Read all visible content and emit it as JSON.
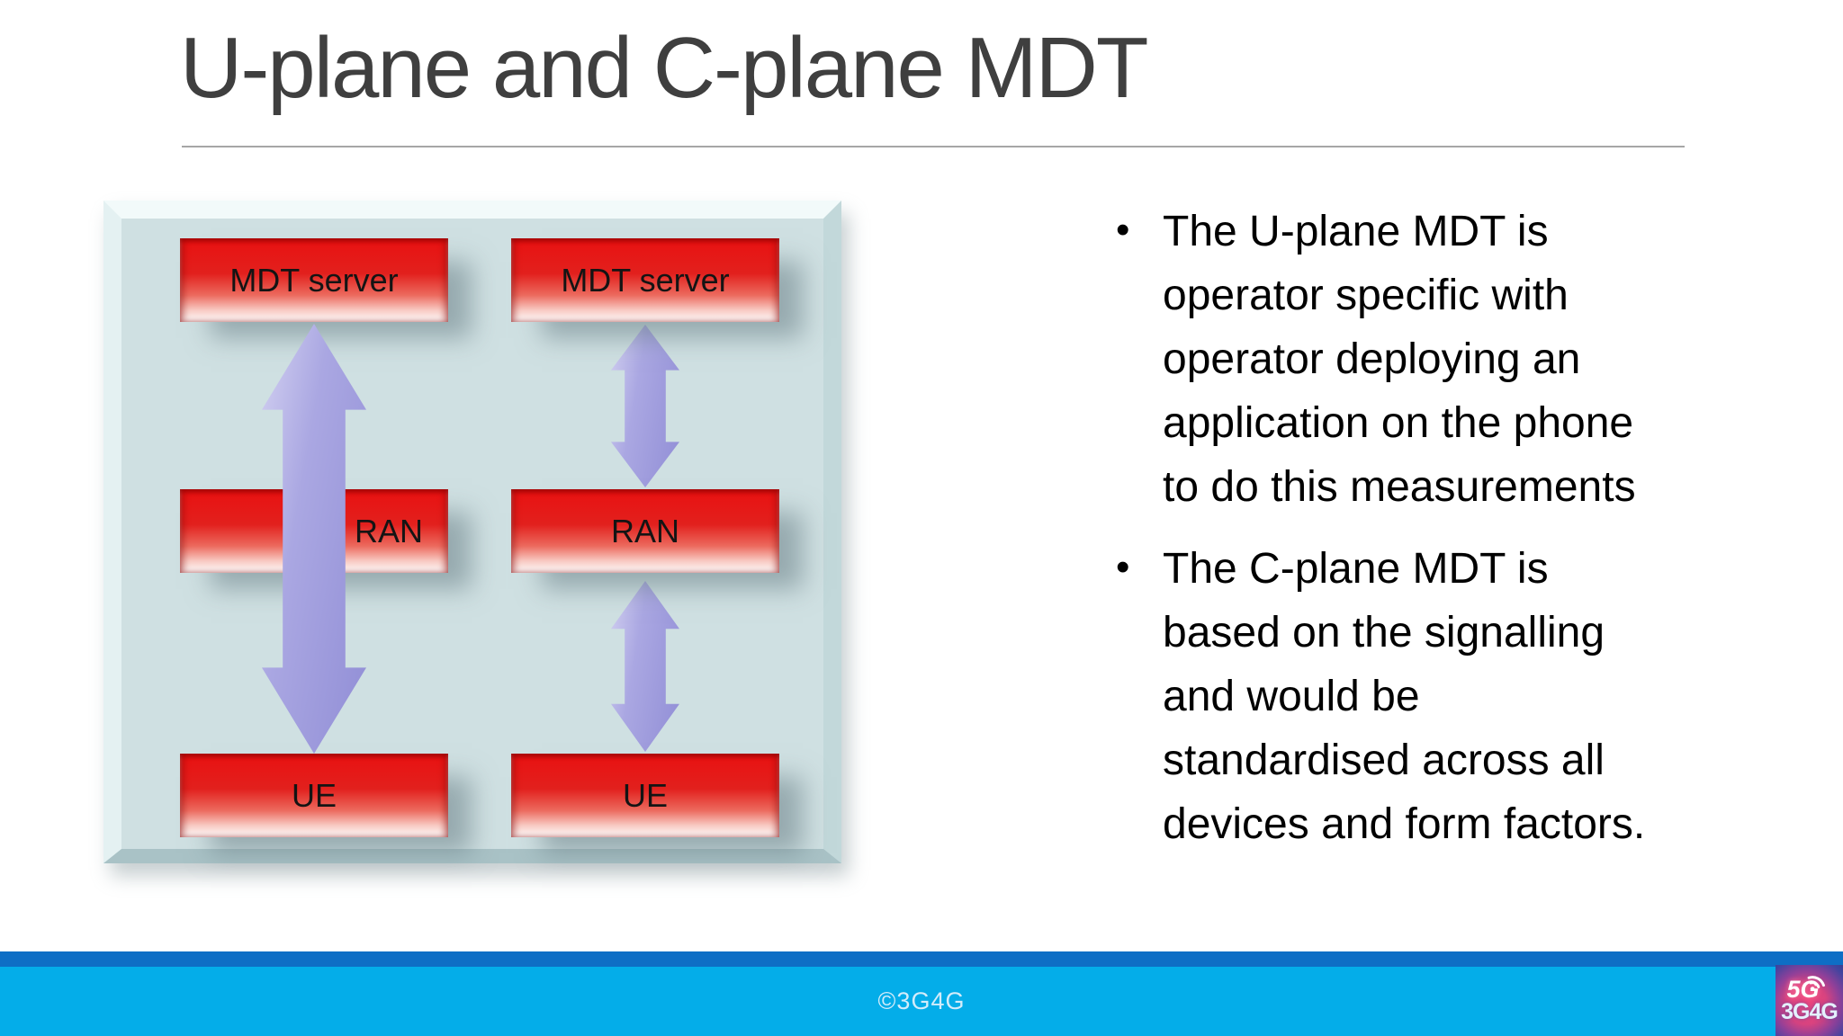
{
  "slide": {
    "title": "U-plane and C-plane MDT",
    "bullet_char": "•",
    "bullets": [
      {
        "text": "The U-plane MDT is\noperator specific with\noperator deploying an\napplication on the phone\nto do this measurements"
      },
      {
        "text": "The C-plane MDT is\nbased on the signalling\nand would be\nstandardised across all\ndevices and form factors."
      }
    ],
    "footer_copyright": "©3G4G",
    "logo": {
      "top": "5G",
      "bottom": "3G4G"
    }
  },
  "diagram": {
    "left_column": {
      "server": "MDT server",
      "ran": "RAN",
      "ue": "UE"
    },
    "right_column": {
      "server": "MDT server",
      "ran": "RAN",
      "ue": "UE"
    }
  },
  "colors": {
    "title_gray": "#3f3f3f",
    "panel_teal": "#cfe0e2",
    "node_red": "#e91111",
    "arrow_purple": "#a6a3e0",
    "footer_blue": "#04ade9",
    "footer_strip_blue": "#0e6ec5",
    "logo_pink": "#f2477c"
  }
}
